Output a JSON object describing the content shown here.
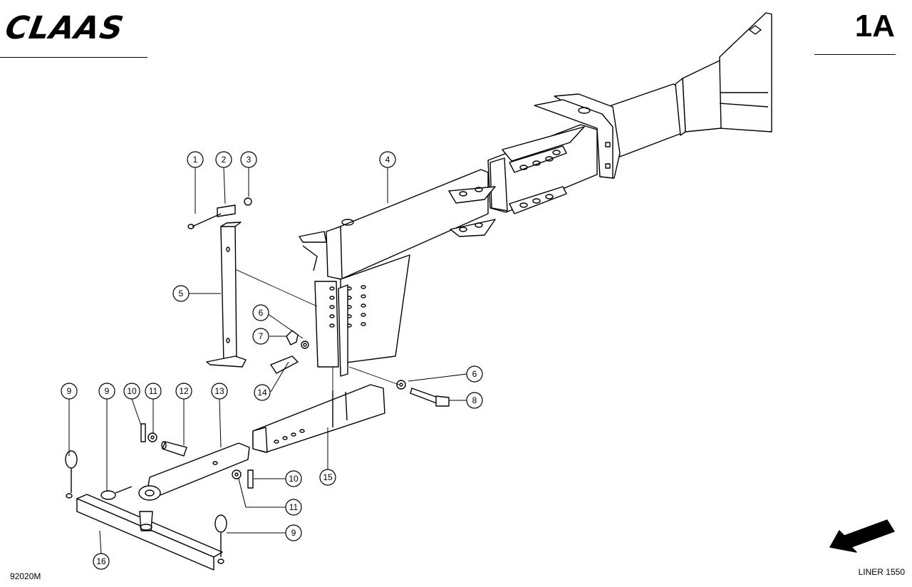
{
  "header": {
    "brand": "CLAAS",
    "sheet": "1A"
  },
  "footer": {
    "drawing_number": "92020M",
    "model": "LINER 1550"
  },
  "callouts": [
    "1",
    "2",
    "3",
    "4",
    "5",
    "6",
    "7",
    "6",
    "8",
    "9",
    "9",
    "10",
    "11",
    "12",
    "13",
    "14",
    "15",
    "16",
    "10",
    "11",
    "9"
  ],
  "colors": {
    "ink": "#000000",
    "paper": "#ffffff"
  }
}
